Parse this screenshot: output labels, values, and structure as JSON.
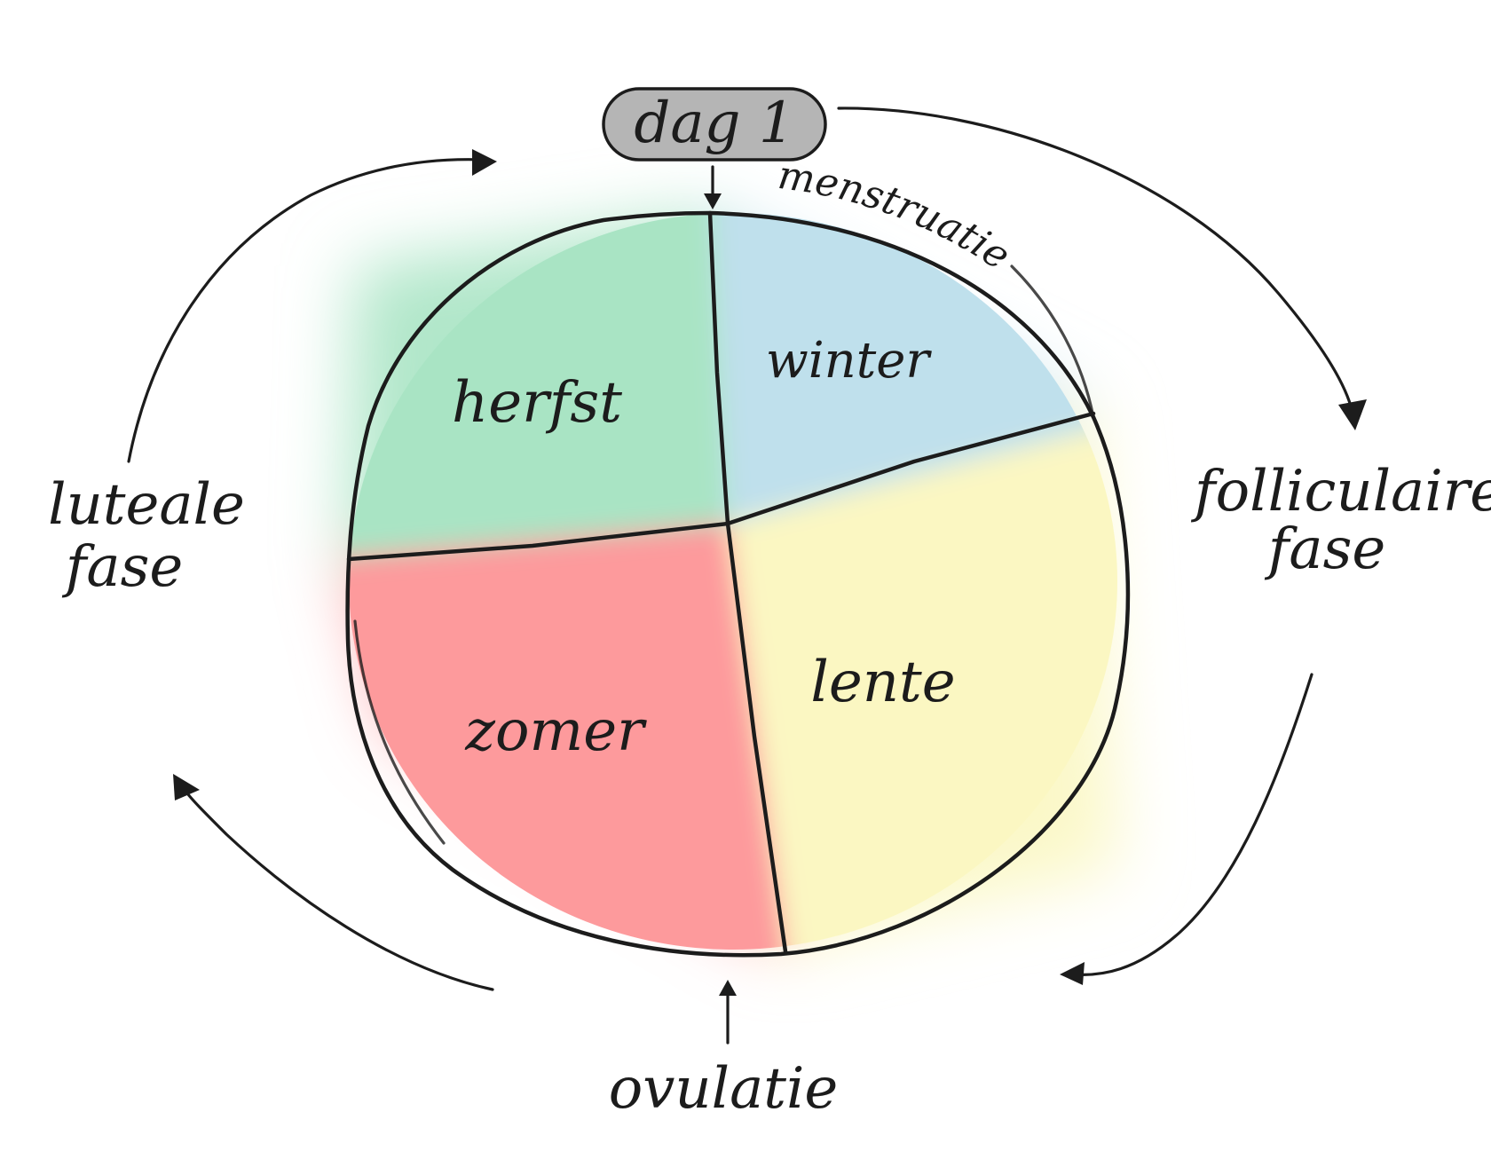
{
  "start_badge": {
    "label": "dag 1",
    "fill": "#b5b5b5"
  },
  "arc_label": "menstruatie",
  "seasons": [
    {
      "key": "winter",
      "label": "winter",
      "color": "#bfe0ec"
    },
    {
      "key": "lente",
      "label": "lente",
      "color": "#fbf7c2"
    },
    {
      "key": "zomer",
      "label": "zomer",
      "color": "#fd9a9c"
    },
    {
      "key": "herfst",
      "label": "herfst",
      "color": "#a9e4c4"
    }
  ],
  "phases": {
    "follicular": {
      "line1": "folliculaire",
      "line2": "fase"
    },
    "luteal": {
      "line1": "luteale",
      "line2": "fase"
    }
  },
  "ovulation_label": "ovulatie",
  "icons": {
    "cycle_arrows": "curved-arrow-icon",
    "pointer_arrows": "straight-arrow-icon"
  }
}
